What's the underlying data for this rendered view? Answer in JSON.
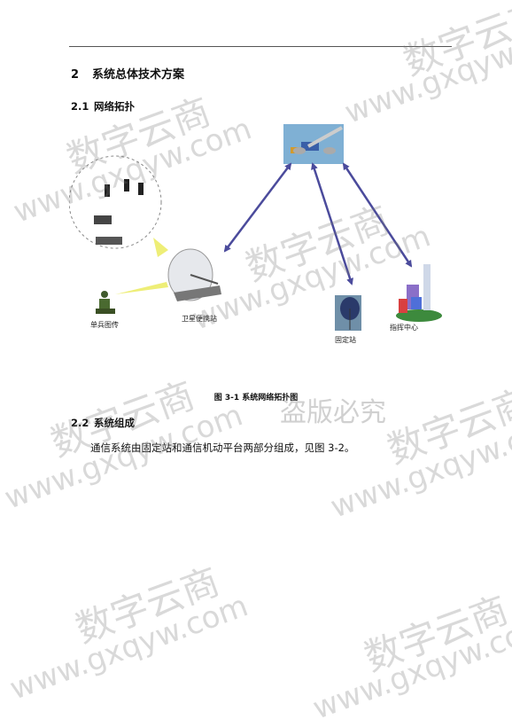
{
  "section": {
    "number": "2",
    "title": "系统总体技术方案"
  },
  "subsection_1": {
    "number": "2.1",
    "title": "网络拓扑"
  },
  "subsection_2": {
    "number": "2.2",
    "title": "系统组成"
  },
  "figure": {
    "caption": "图 3-1 系统网络拓扑图",
    "labels": {
      "single_soldier": "单兵图传",
      "satellite_station": "卫星便携站",
      "fixed_station": "固定站",
      "command_center": "指挥中心"
    }
  },
  "paragraph": "通信系统由固定站和通信机动平台两部分组成，见图 3-2。",
  "watermarks": {
    "brand_cn": "数字云商",
    "brand_url": "www.gxqyw.com",
    "seal": "盗版必究"
  },
  "colors": {
    "arrow": "#4b4b9c",
    "yellow_link": "#e8e84a"
  }
}
